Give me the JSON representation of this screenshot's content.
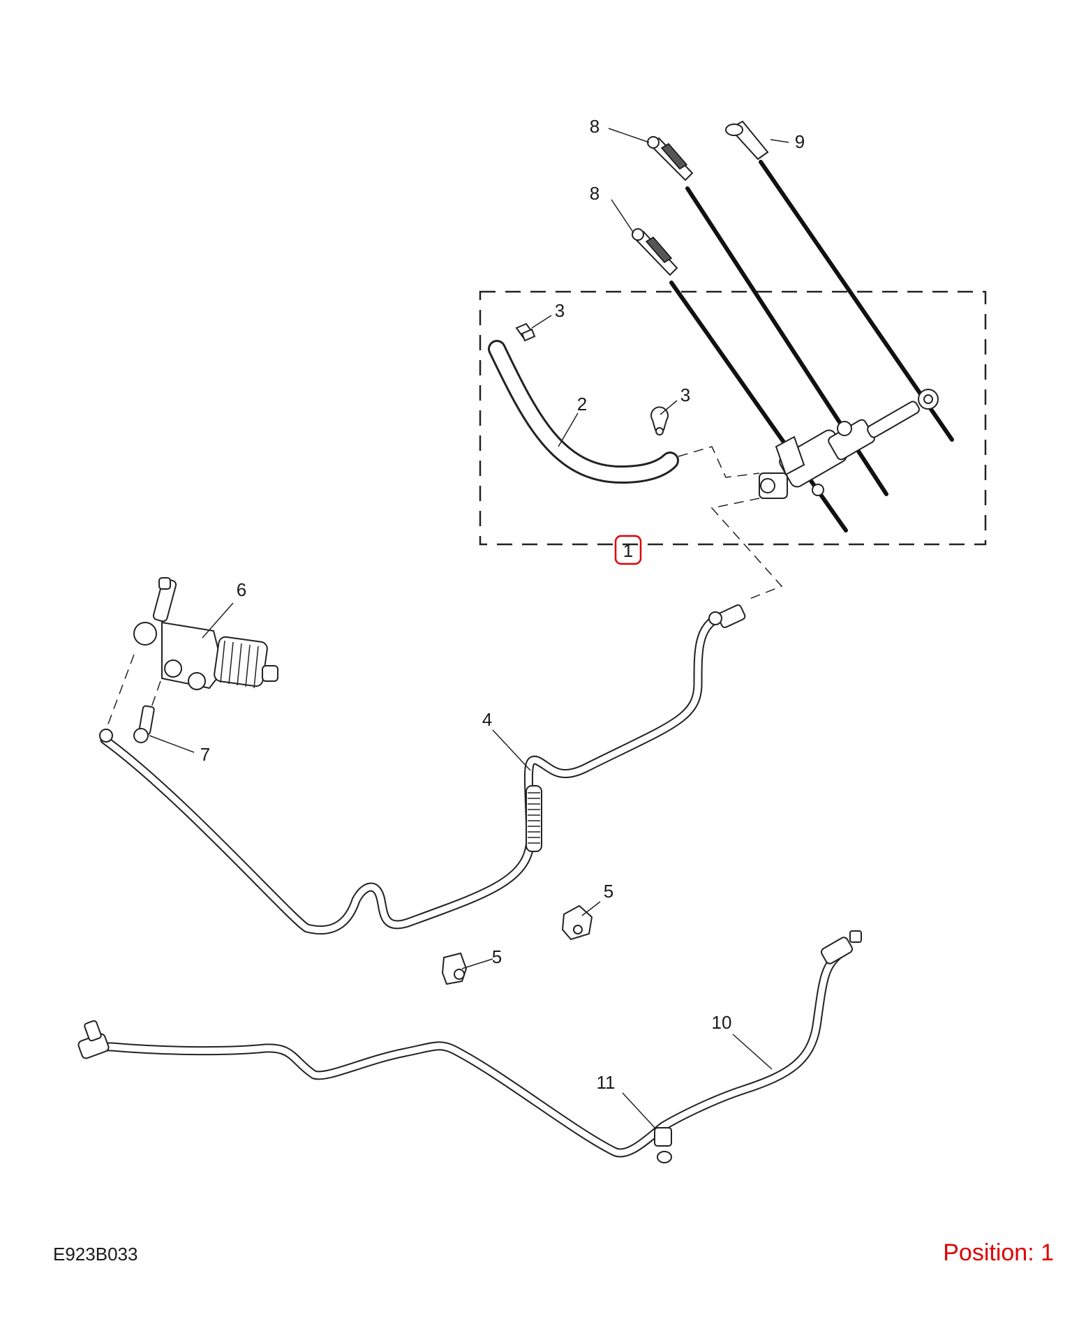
{
  "callouts": {
    "c1": "1",
    "c2": "2",
    "c3a": "3",
    "c3b": "3",
    "c4": "4",
    "c5a": "5",
    "c5b": "5",
    "c6": "6",
    "c7": "7",
    "c8a": "8",
    "c8b": "8",
    "c9": "9",
    "c10": "10",
    "c11": "11"
  },
  "footer": {
    "reference_code": "E923B033",
    "position_label": "Position: 1"
  },
  "colors": {
    "line": "#222222",
    "highlight": "#e00000",
    "background": "#ffffff"
  }
}
